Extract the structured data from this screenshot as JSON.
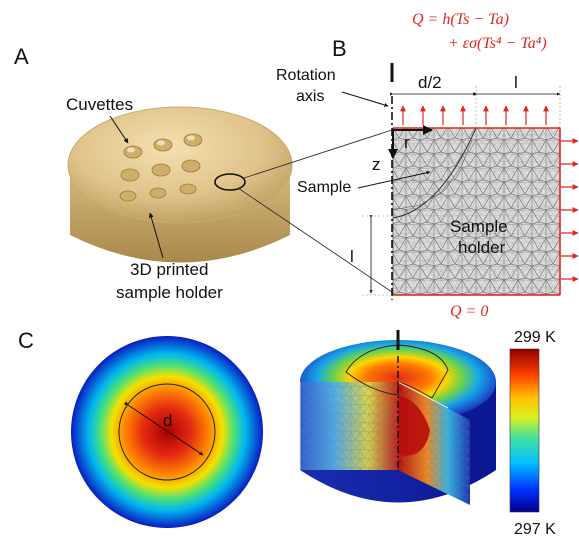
{
  "panels": {
    "a": "A",
    "b": "B",
    "c": "C"
  },
  "panel_a": {
    "cuvettes_label": "Cuvettes",
    "holder_label_line1": "3D printed",
    "holder_label_line2": "sample holder"
  },
  "panel_b": {
    "equation_line1": "Q = h(Ts − Ta)",
    "equation_line2": "+ εσ(Ts⁴ − Ta⁴)",
    "bottom_equation": "Q = 0",
    "rotation_axis_line1": "Rotation",
    "rotation_axis_line2": "axis",
    "half_diameter": "d/2",
    "length_top": "l",
    "length_left": "l",
    "r_axis": "r",
    "z_axis": "z",
    "sample_label": "Sample",
    "holder_line1": "Sample",
    "holder_line2": "holder"
  },
  "panel_c": {
    "diameter_label": "d",
    "axis_mark": "I",
    "colorbar_max": "299 K",
    "colorbar_min": "297 K"
  },
  "colors": {
    "boundary_red": "#e0261f",
    "mesh_fill": "#d9d9d9",
    "hot": "#a50000",
    "cold": "#00008b"
  }
}
